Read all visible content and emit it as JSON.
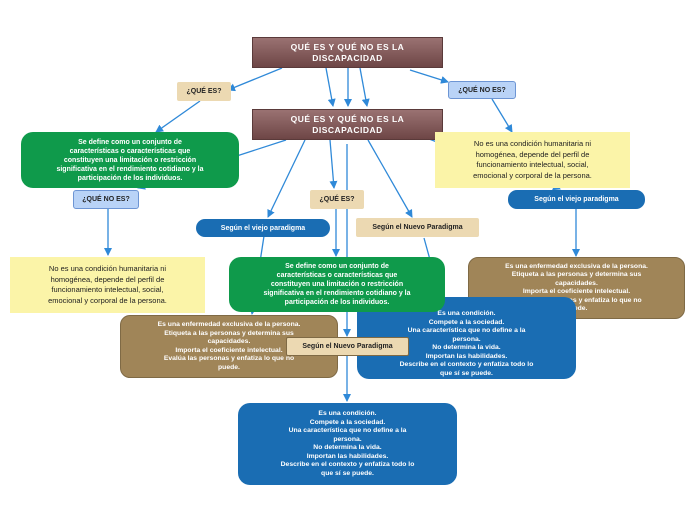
{
  "diagram": {
    "title_top": "QUÉ ES Y QUÉ NO ES LA\nDISCAPACIDAD",
    "title_mid": "QUÉ ES Y QUÉ NO ES LA\nDISCAPACIDAD",
    "tag_que_es_left": "¿QUÉ ES?",
    "tag_que_no_es_right": "¿QUÉ NO ES?",
    "green_left": "Se define como un conjunto de\ncaracterísticas o características que\nconstituyen una limitación o restricción\nsignificativa en el rendimiento cotidiano y la\nparticipación de los individuos.",
    "yellow_right": "No es una condición humanitaria ni\nhomogénea, depende del perfil de\nfuncionamiento intelectual, social,\nemocional y corporal de la persona.",
    "tag_que_no_es_left": "¿QUÉ NO ES?",
    "tag_que_es_center": "¿QUÉ ES?",
    "pill_viejo_left": "Según el viejo paradigma",
    "tag_nuevo_center": "Según el Nuevo Paradigma",
    "pill_viejo_right": "Según el viejo paradigma",
    "yellow_left": "No es una condición humanitaria ni\nhomogénea, depende del perfil de\nfuncionamiento intelectual, social,\nemocional y corporal de la persona.",
    "green_center": "Se define como un conjunto de\ncaracterísticas o características que\nconstituyen una limitación o restricción\nsignificativa en el rendimiento cotidiano y la\nparticipación de los individuos.",
    "brown_right": "Es una enfermedad exclusiva de la persona.\nEtiqueta a las personas y determina sus\ncapacidades.\nImporta el coeficiente intelectual.\nEvalúa las personas y enfatiza lo que no\npuede.",
    "blue_mid_right": "Es una condición.\nCompete a la sociedad.\nUna característica que no define a la\npersona.\nNo determina la vida.\nImportan las habilidades.\nDescribe en el contexto y enfatiza todo lo\nque sí se puede.",
    "brown_left": "Es una enfermedad exclusiva de la persona.\nEtiqueta a las personas y determina sus\ncapacidades.\nImporta el coeficiente intelectual.\nEvalúa las personas y enfatiza lo que no\npuede.",
    "tag_nuevo_lower": "Según el Nuevo Paradigma",
    "blue_bottom": "Es una condición.\nCompete a la sociedad.\nUna característica que no define a la\npersona.\nNo determina la vida.\nImportan las habilidades.\nDescribe en el contexto y enfatiza todo lo\nque sí se puede."
  },
  "colors": {
    "connector": "#2f89d8",
    "title_bg": "#7a5050",
    "green": "#0f9a4b",
    "yellow": "#fbf4a8",
    "brown": "#a08558",
    "blue": "#1a6db3",
    "tan": "#ecd9b2",
    "light_blue": "#b9d3f7"
  }
}
